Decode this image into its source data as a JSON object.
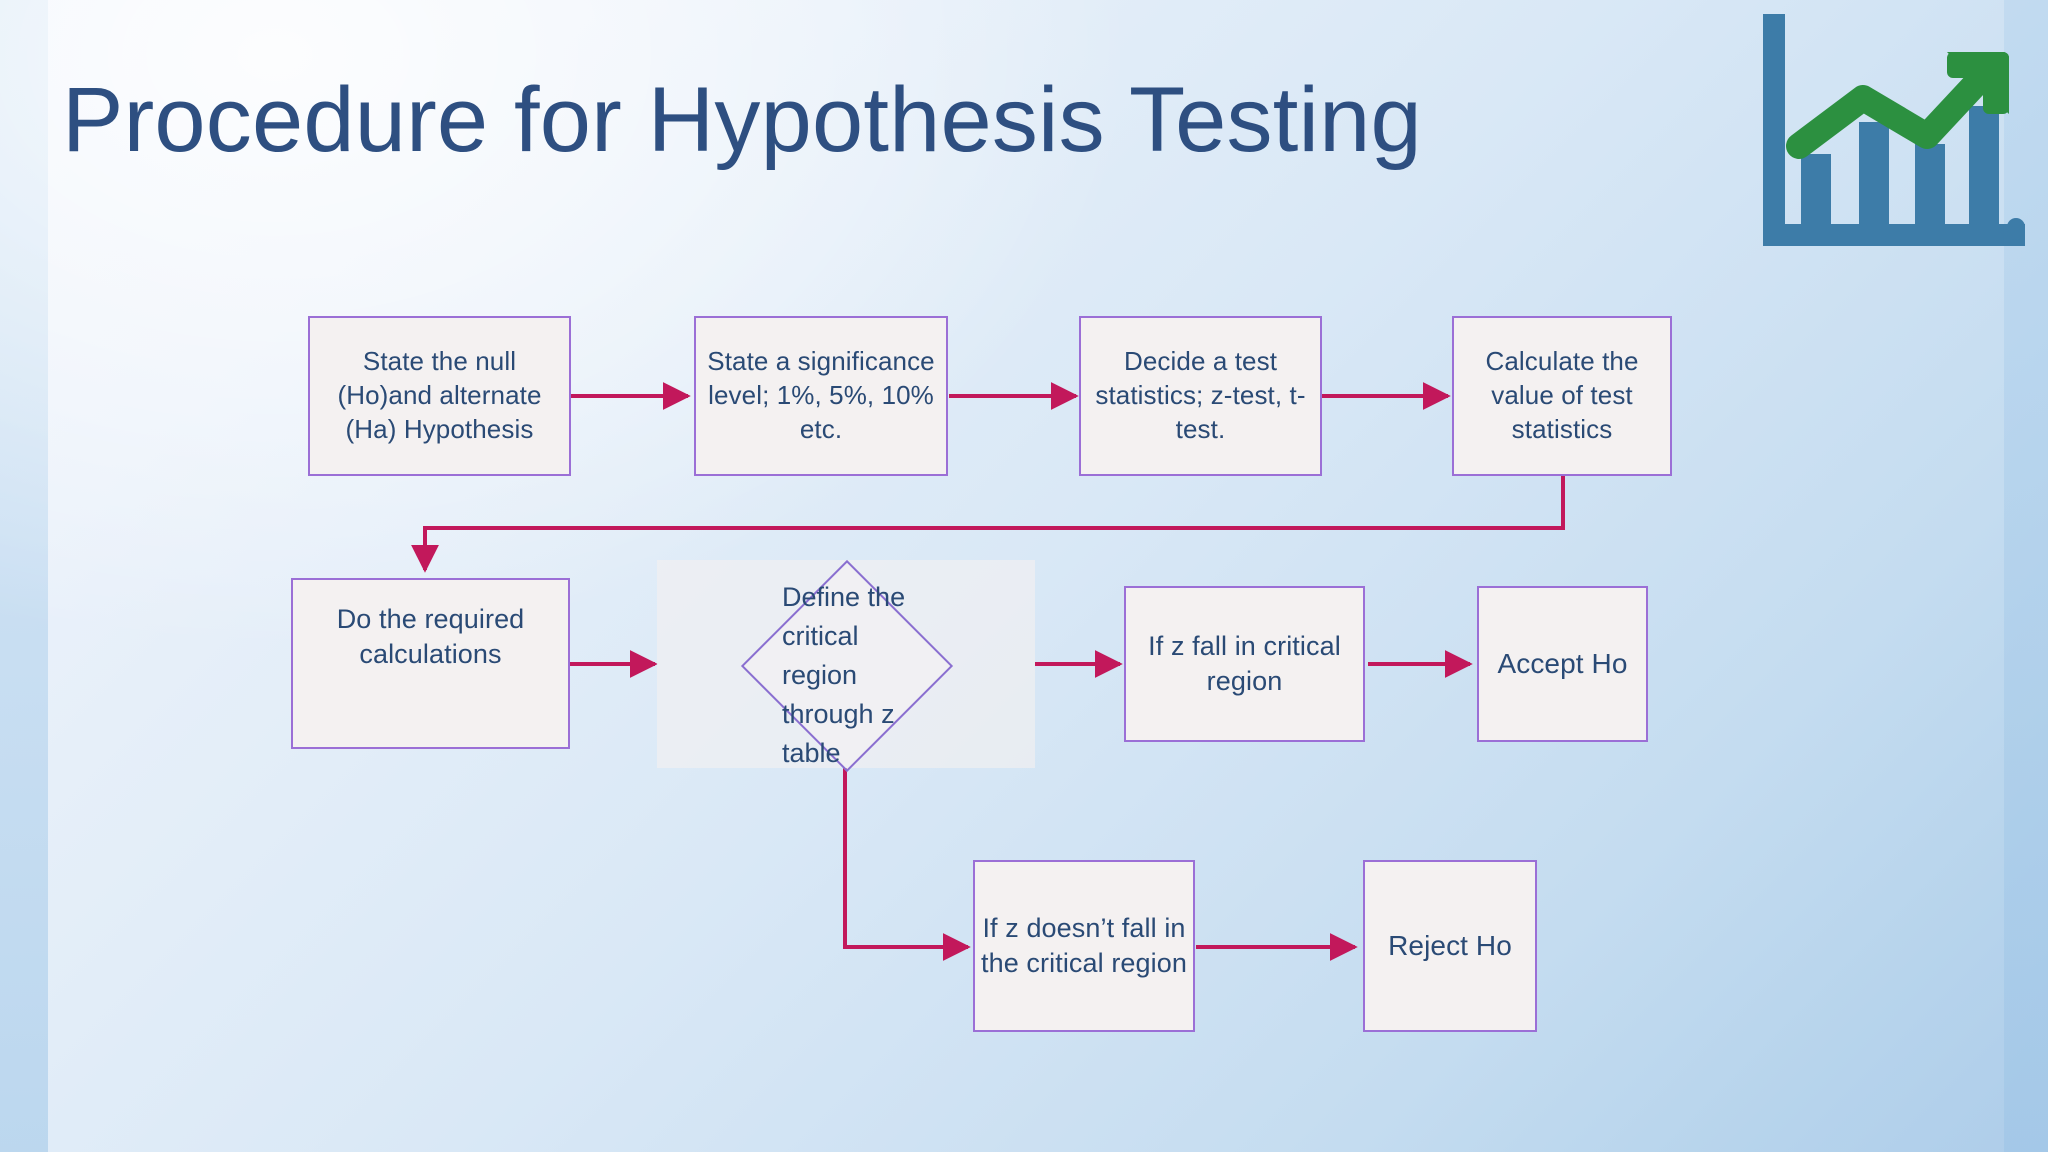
{
  "slide": {
    "title": "Procedure for Hypothesis Testing",
    "title_color": "#2e4f81",
    "background_colors": [
      "#eef3fb",
      "#d9e8f6",
      "#aecdea"
    ]
  },
  "icon": {
    "name": "bar-chart-growth-icon",
    "axis_color": "#3d7ca8",
    "bar_color": "#3d7ca8",
    "arrow_color": "#2c9040",
    "bar_count": 4
  },
  "flowchart": {
    "node_fill": "#f4f1f1",
    "node_border": "#9b6fd6",
    "connector_color": "#c2185b",
    "text_color": "#2a4a75",
    "nodes": [
      {
        "id": "state-hypothesis",
        "label": "State the null (Ho)and alternate (Ha) Hypothesis"
      },
      {
        "id": "significance-level",
        "label": "State a significance level; 1%, 5%, 10% etc."
      },
      {
        "id": "decide-test",
        "label": "Decide a  test statistics; z-test, t-test."
      },
      {
        "id": "calculate-value",
        "label": "Calculate the value of test statistics"
      },
      {
        "id": "do-calculations",
        "label": "Do the required calculations"
      },
      {
        "id": "define-critical-region",
        "label": "Define the\ncritical\nregion\nthrough z\ntable",
        "shape": "diamond"
      },
      {
        "id": "z-in-region",
        "label": "If z fall in critical region"
      },
      {
        "id": "accept-ho",
        "label": "Accept Ho"
      },
      {
        "id": "z-not-in-region",
        "label": "If z doesn’t fall in the critical region"
      },
      {
        "id": "reject-ho",
        "label": "Reject Ho"
      }
    ]
  }
}
